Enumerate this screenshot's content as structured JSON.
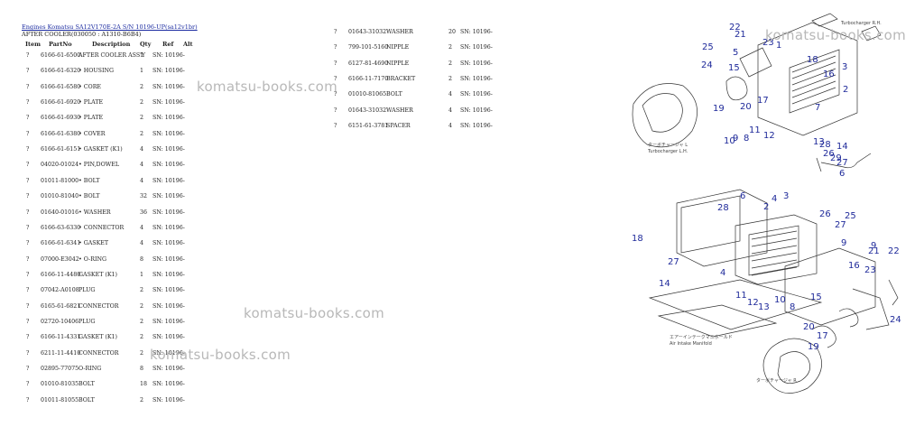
{
  "header": {
    "link_text": "Engines Komatsu SA12V170E-2A S/N 10196-UP(sa12v1br)",
    "subtitle": "AFTER COOLER(030050 : A1310-B6B4)"
  },
  "columns": {
    "item": "Item",
    "partno": "PartNo",
    "description": "Description",
    "qty": "Qty",
    "ref": "Ref",
    "alt": "Alt"
  },
  "left_rows": [
    {
      "item": "?",
      "partno": "6166-61-6500",
      "desc": "AFTER COOLER ASS'Y",
      "qty": "1",
      "ref": "SN: 10196-"
    },
    {
      "item": "?",
      "partno": "6166-61-6320",
      "desc": "• HOUSING",
      "qty": "1",
      "ref": "SN: 10196-"
    },
    {
      "item": "?",
      "partno": "6166-61-6580",
      "desc": "• CORE",
      "qty": "2",
      "ref": "SN: 10196-"
    },
    {
      "item": "?",
      "partno": "6166-61-6920",
      "desc": "• PLATE",
      "qty": "2",
      "ref": "SN: 10196-"
    },
    {
      "item": "?",
      "partno": "6166-61-6930",
      "desc": "• PLATE",
      "qty": "2",
      "ref": "SN: 10196-"
    },
    {
      "item": "?",
      "partno": "6166-61-6380",
      "desc": "• COVER",
      "qty": "2",
      "ref": "SN: 10196-"
    },
    {
      "item": "?",
      "partno": "6166-61-6151",
      "desc": "• GASKET (K1)",
      "qty": "4",
      "ref": "SN: 10196-"
    },
    {
      "item": "?",
      "partno": "04020-01024",
      "desc": "• PIN,DOWEL",
      "qty": "4",
      "ref": "SN: 10196-"
    },
    {
      "item": "?",
      "partno": "01011-81000",
      "desc": "• BOLT",
      "qty": "4",
      "ref": "SN: 10196-"
    },
    {
      "item": "?",
      "partno": "01010-81040",
      "desc": "• BOLT",
      "qty": "32",
      "ref": "SN: 10196-"
    },
    {
      "item": "?",
      "partno": "01640-01016",
      "desc": "• WASHER",
      "qty": "36",
      "ref": "SN: 10196-"
    },
    {
      "item": "?",
      "partno": "6166-63-6330",
      "desc": "• CONNECTOR",
      "qty": "4",
      "ref": "SN: 10196-"
    },
    {
      "item": "?",
      "partno": "6166-61-6341",
      "desc": "• GASKET",
      "qty": "4",
      "ref": "SN: 10196-"
    },
    {
      "item": "?",
      "partno": "07000-E3042",
      "desc": "• O-RING",
      "qty": "8",
      "ref": "SN: 10196-"
    },
    {
      "item": "?",
      "partno": "6166-11-4480",
      "desc": "GASKET (K1)",
      "qty": "1",
      "ref": "SN: 10196-"
    },
    {
      "item": "?",
      "partno": "07042-A0108",
      "desc": "PLUG",
      "qty": "2",
      "ref": "SN: 10196-"
    },
    {
      "item": "?",
      "partno": "6165-61-6821",
      "desc": "CONNECTOR",
      "qty": "2",
      "ref": "SN: 10196-"
    },
    {
      "item": "?",
      "partno": "02720-10406",
      "desc": "PLUG",
      "qty": "2",
      "ref": "SN: 10196-"
    },
    {
      "item": "?",
      "partno": "6166-11-4331",
      "desc": "GASKET (K1)",
      "qty": "2",
      "ref": "SN: 10196-"
    },
    {
      "item": "?",
      "partno": "6211-11-4410",
      "desc": "CONNECTOR",
      "qty": "2",
      "ref": "SN: 10196-"
    },
    {
      "item": "?",
      "partno": "02895-77075",
      "desc": "O-RING",
      "qty": "8",
      "ref": "SN: 10196-"
    },
    {
      "item": "?",
      "partno": "01010-81035",
      "desc": "BOLT",
      "qty": "18",
      "ref": "SN: 10196-"
    },
    {
      "item": "?",
      "partno": "01011-81055",
      "desc": "BOLT",
      "qty": "2",
      "ref": "SN: 10196-"
    }
  ],
  "right_rows": [
    {
      "item": "?",
      "partno": "01643-31032",
      "desc": "WASHER",
      "qty": "20",
      "ref": "SN: 10196-"
    },
    {
      "item": "?",
      "partno": "799-101-5160",
      "desc": "NIPPLE",
      "qty": "2",
      "ref": "SN: 10196-"
    },
    {
      "item": "?",
      "partno": "6127-81-4690",
      "desc": "NIPPLE",
      "qty": "2",
      "ref": "SN: 10196-"
    },
    {
      "item": "?",
      "partno": "6166-11-7170",
      "desc": "BRACKET",
      "qty": "2",
      "ref": "SN: 10196-"
    },
    {
      "item": "?",
      "partno": "01010-81065",
      "desc": "BOLT",
      "qty": "4",
      "ref": "SN: 10196-"
    },
    {
      "item": "?",
      "partno": "01643-31032",
      "desc": "WASHER",
      "qty": "4",
      "ref": "SN: 10196-"
    },
    {
      "item": "?",
      "partno": "6151-61-3781",
      "desc": "SPACER",
      "qty": "4",
      "ref": "SN: 10196-"
    }
  ],
  "watermarks": [
    "komatsu-books.com",
    "komatsu-books.com",
    "komatsu-books.com",
    "komatsu-books.com"
  ],
  "diagram": {
    "caption_turbo_rh": "Turbocharger R.H.",
    "caption_turbo_lh_jp": "ターボチャージャ L",
    "caption_turbo_lh": "Turbocharger L.H.",
    "caption_manifold_jp": "エアーインテークマニホールド",
    "caption_manifold": "Air Intake Manifold",
    "caption_turbo_bottom_jp": "ターボチャージャ R",
    "callouts": [
      "22",
      "21",
      "23",
      "1",
      "25",
      "5",
      "15",
      "24",
      "18",
      "3",
      "16",
      "2",
      "20",
      "19",
      "17",
      "7",
      "8",
      "9",
      "10",
      "11",
      "12",
      "13",
      "14",
      "26",
      "27",
      "28",
      "29",
      "6",
      "4"
    ]
  }
}
